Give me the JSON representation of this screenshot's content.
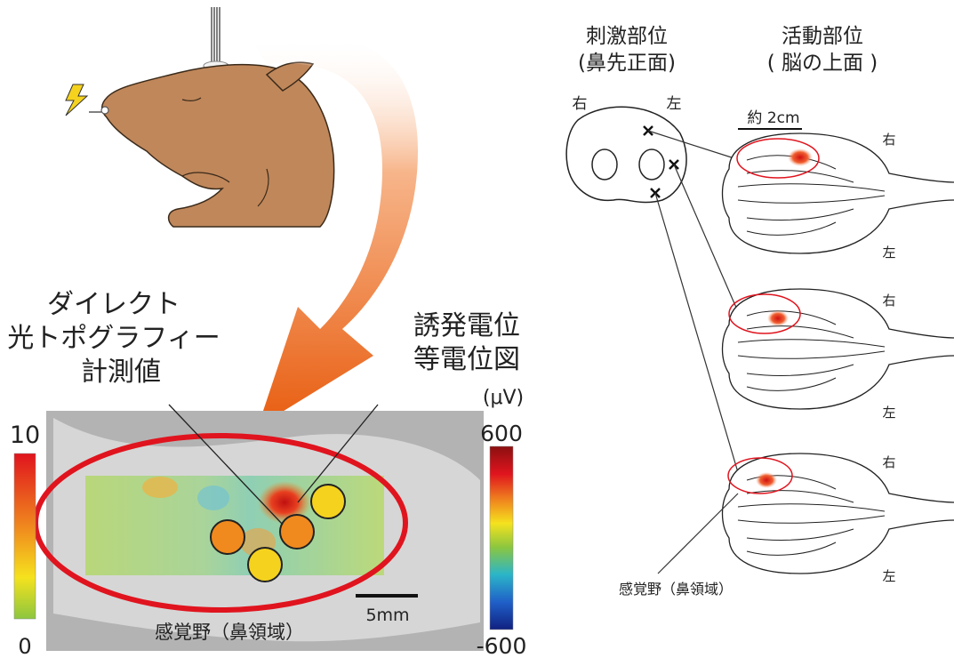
{
  "left_panel": {
    "callout_topography": [
      "ダイレクト",
      "光トポグラフィー",
      "計測値"
    ],
    "callout_evoked": [
      "誘発電位",
      "等電位図"
    ],
    "colorbar_left": {
      "max": "10",
      "min": "0"
    },
    "colorbar_right": {
      "unit": "(μV)",
      "max": "600",
      "min": "-600"
    },
    "scale_bar": "5mm",
    "region_label": "感覚野（鼻領域）"
  },
  "right_panel": {
    "stim_header": [
      "刺激部位",
      "(鼻先正面)"
    ],
    "activity_header": [
      "活動部位",
      "( 脳の上面 )"
    ],
    "snout_right": "右",
    "snout_left": "左",
    "scale": "約 2cm",
    "brain_labels": [
      {
        "right": "右",
        "left": "左"
      },
      {
        "right": "右",
        "left": "左"
      },
      {
        "right": "右",
        "left": "左"
      }
    ],
    "region_label": "感覚野（鼻領域）"
  },
  "colors": {
    "arrow": "#e85d10",
    "ellipse": "#e0141e",
    "electrode_orange": "#f08a1e",
    "electrode_yellow": "#f5d21e",
    "pig": "#c0875a"
  }
}
